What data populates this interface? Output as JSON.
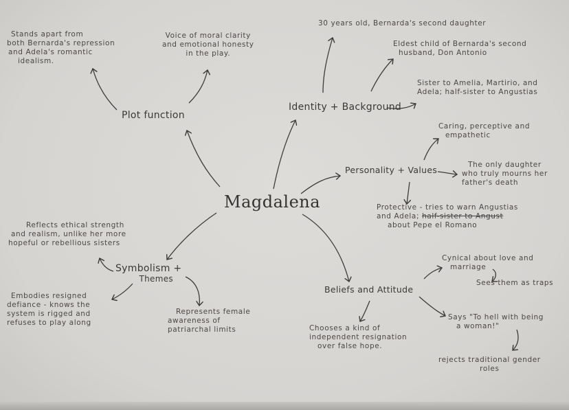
{
  "center": "Magdalena",
  "branches": {
    "plot_function": {
      "label": "Plot function",
      "notes": [
        [
          "Stands apart from",
          "both Bernarda's repression",
          "and Adela's romantic",
          "idealism."
        ],
        [
          "Voice of moral clarity",
          "and emotional honesty",
          "in the play."
        ]
      ]
    },
    "identity": {
      "label": "Identity + Background",
      "notes": [
        [
          "30 years old, Bernarda's second daughter"
        ],
        [
          "Eldest child of Bernarda's second",
          "husband, Don Antonio"
        ],
        [
          "Sister to Amelia, Martirio, and",
          "Adela; half-sister to Angustias"
        ]
      ]
    },
    "personality": {
      "label": "Personality + Values",
      "notes": [
        [
          "Caring, perceptive and",
          "empathetic"
        ],
        [
          "The only daughter",
          "who truly mourns her",
          "father's death"
        ],
        [
          "Protective - tries to warn Angustias",
          "and Adela;",
          "half-sister to Angust",
          "about Pepe el Romano"
        ]
      ]
    },
    "symbolism": {
      "label": [
        "Symbolism +",
        "Themes"
      ],
      "notes": [
        [
          "Reflects ethical strength",
          "and realism, unlike her more",
          "hopeful or rebellious sisters"
        ],
        [
          "Embodies resigned",
          "defiance - knows the",
          "system is rigged and",
          "refuses to play along"
        ],
        [
          "Represents female",
          "awareness of",
          "patriarchal limits"
        ]
      ]
    },
    "beliefs": {
      "label": "Beliefs and Attitude",
      "notes": [
        [
          "Cynical about love and",
          "marriage"
        ],
        [
          "Sees them as traps"
        ],
        [
          "Says \"To hell with being",
          "a woman!\""
        ],
        [
          "rejects traditional gender",
          "roles"
        ],
        [
          "Chooses a kind of",
          "independent resignation",
          "over false hope."
        ]
      ]
    }
  }
}
